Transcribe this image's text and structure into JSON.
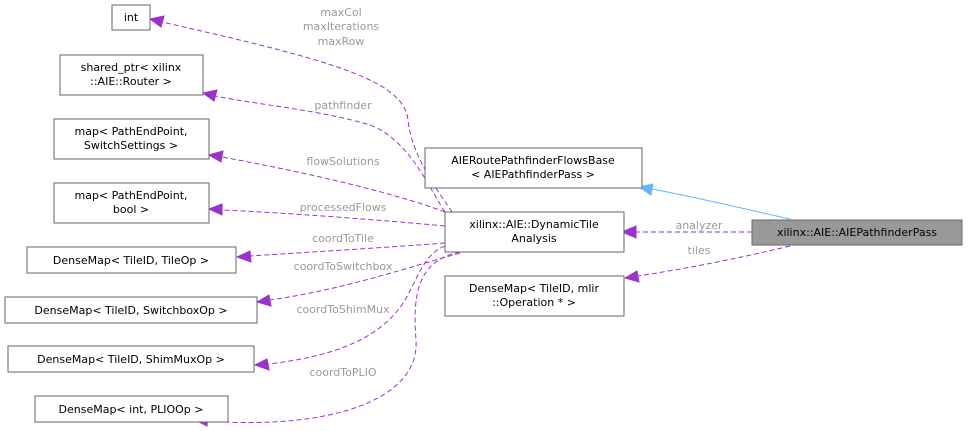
{
  "diagram": {
    "type": "doxygen-collaboration-graph",
    "colors": {
      "member_edge": "#9a32cd",
      "inherit_edge": "#63b8ff",
      "focus_fill": "#999999",
      "label": "#9a9a9a"
    },
    "nodes": {
      "int": [
        "int"
      ],
      "shared_ptr": [
        "shared_ptr< xilinx",
        "::AIE::Router >"
      ],
      "map_switch": [
        "map< PathEndPoint,",
        "SwitchSettings >"
      ],
      "map_bool": [
        "map< PathEndPoint,",
        "bool >"
      ],
      "dm_tileop": [
        "DenseMap< TileID, TileOp >"
      ],
      "dm_switchbox": [
        "DenseMap< TileID, SwitchboxOp >"
      ],
      "dm_shimmux": [
        "DenseMap< TileID, ShimMuxOp >"
      ],
      "dm_plio": [
        "DenseMap< int, PLIOOp >"
      ],
      "base": [
        "AIERoutePathfinderFlowsBase",
        "< AIEPathfinderPass >"
      ],
      "dta": [
        "xilinx::AIE::DynamicTile",
        "Analysis"
      ],
      "dm_mlir": [
        "DenseMap< TileID, mlir",
        "::Operation * >"
      ],
      "focus": [
        "xilinx::AIE::AIEPathfinderPass"
      ]
    },
    "edge_labels": {
      "int": [
        "maxCol",
        "maxIterations",
        "maxRow"
      ],
      "pathfinder": "pathfinder",
      "flowSolutions": "flowSolutions",
      "processedFlows": "processedFlows",
      "coordToTile": "coordToTile",
      "coordToSwitchbox": "coordToSwitchbox",
      "coordToShimMux": "coordToShimMux",
      "coordToPLIO": "coordToPLIO",
      "analyzer": "analyzer",
      "tiles": "tiles"
    }
  }
}
